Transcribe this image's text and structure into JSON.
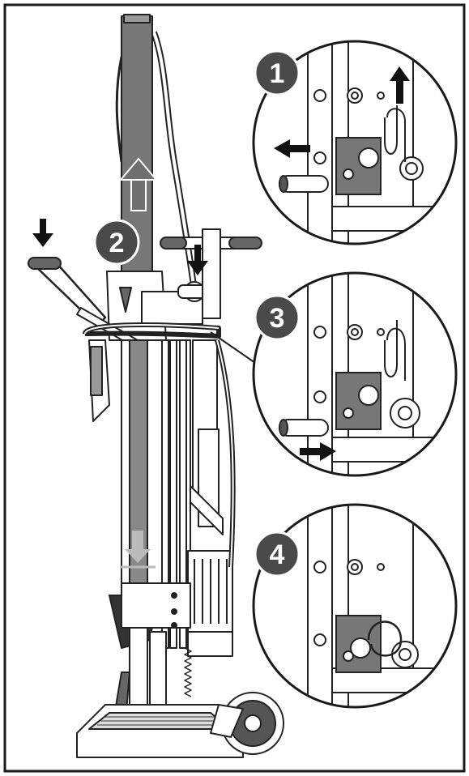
{
  "steps": [
    {
      "number": "1"
    },
    {
      "number": "2"
    },
    {
      "number": "3"
    },
    {
      "number": "4"
    }
  ],
  "colors": {
    "frame": "#1a1a1a",
    "badge": "#4a4a4a",
    "arrow_dark": "#111111",
    "arrow_grey": "#6f6f6f",
    "column": "#777777",
    "line": "#222222"
  }
}
